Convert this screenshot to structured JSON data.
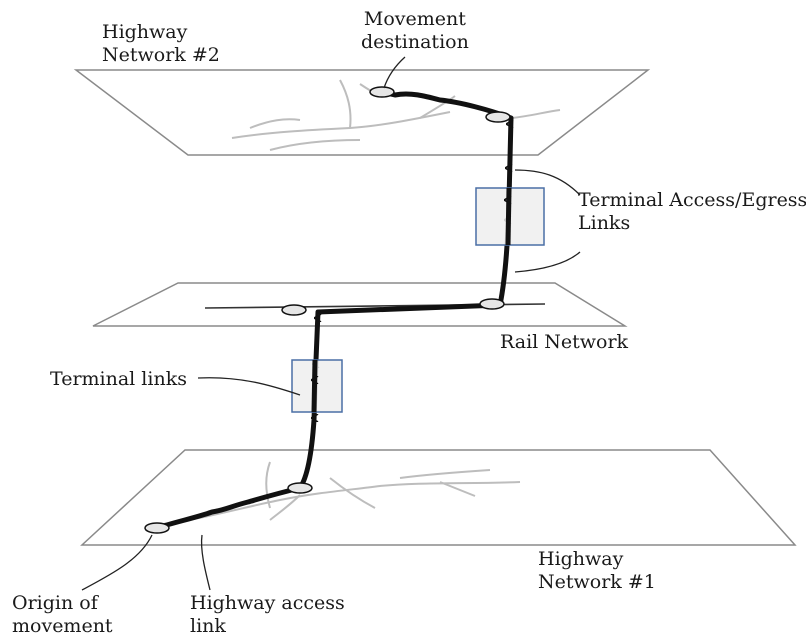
{
  "labels": {
    "highway_2": [
      "Highway",
      "Network #2"
    ],
    "movement_destination": [
      "Movement",
      "destination"
    ],
    "terminal_access_egress": [
      "Terminal Access/Egress",
      "Links"
    ],
    "rail_network": "Rail Network",
    "terminal_links": "Terminal links",
    "highway_1": [
      "Highway",
      "Network #1"
    ],
    "origin_of_movement": [
      "Origin of",
      "movement"
    ],
    "highway_access_link": [
      "Highway access",
      "link"
    ]
  },
  "colors": {
    "plane_stroke": "#8a8a8a",
    "network_lines": "#bdbdbd",
    "route": "#111111",
    "node_fill": "#e6e6e6",
    "terminal_box_fill": "#eeeeee",
    "terminal_box_stroke": "#4a6fa5",
    "text": "#1a1a1a"
  }
}
